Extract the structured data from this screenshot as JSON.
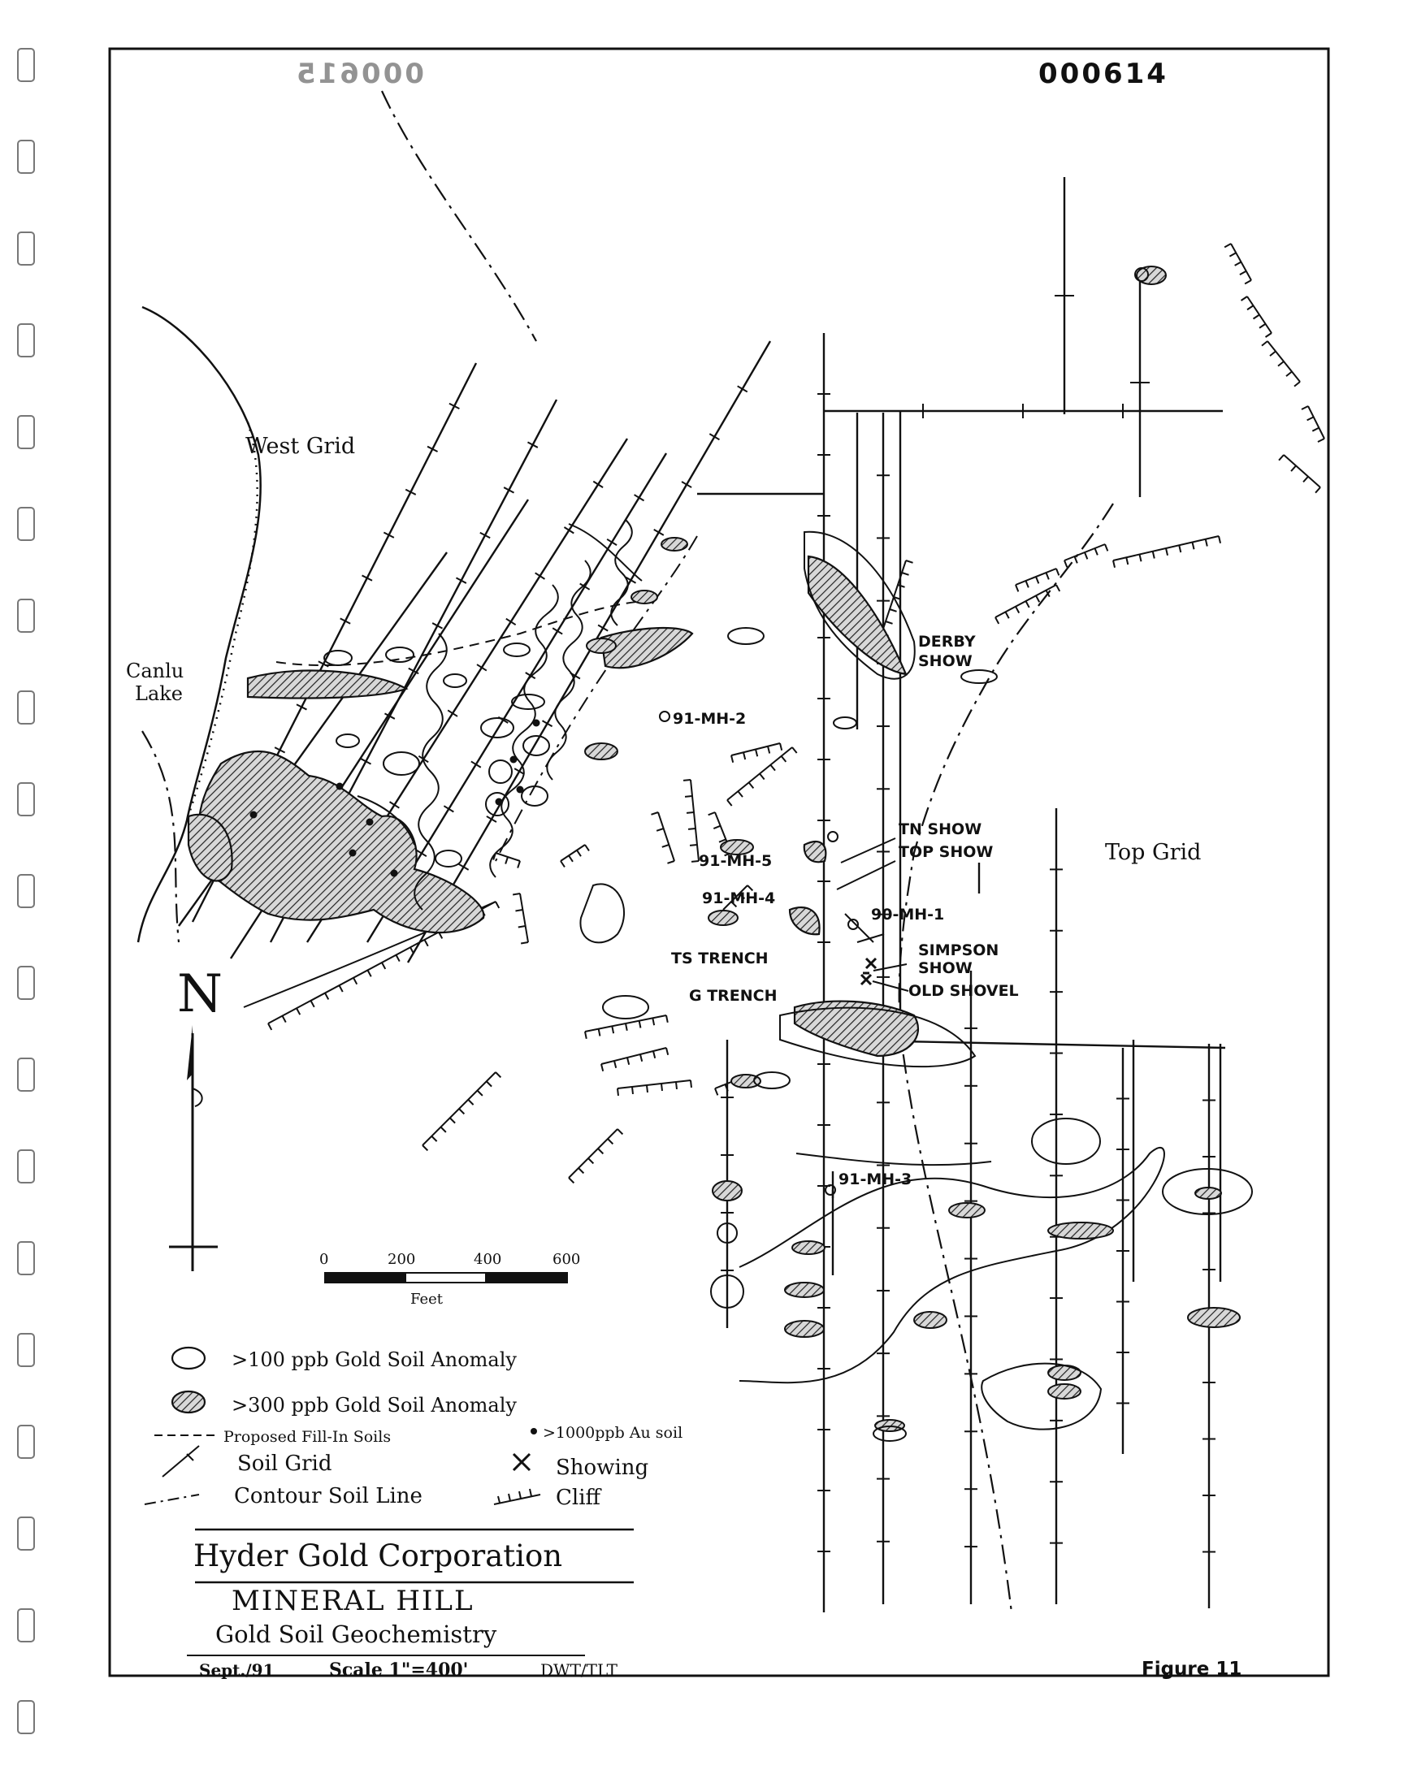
{
  "header": {
    "doc_number": "000614",
    "mirror_number": "000615"
  },
  "grid_labels": {
    "west": "West Grid",
    "top": "Top Grid"
  },
  "lake": {
    "line1": "Canlu",
    "line2": "Lake"
  },
  "sites": {
    "derby_1": "DERBY",
    "derby_2": "SHOW",
    "tn_show": "TN SHOW",
    "top_show": "TOP SHOW",
    "simpson_1": "SIMPSON",
    "simpson_2": "SHOW",
    "old_shovel": "OLD SHOVEL",
    "ts_trench": "TS TRENCH",
    "g_trench": "G TRENCH"
  },
  "drill_holes": {
    "mh2": "91-MH-2",
    "mh5": "91-MH-5",
    "mh4": "91-MH-4",
    "mh1": "90-MH-1",
    "mh3": "91-MH-3"
  },
  "north": "N",
  "scale_bar": {
    "ticks": [
      "0",
      "200",
      "400",
      "600"
    ],
    "unit": "Feet"
  },
  "legend": {
    "item1": ">100 ppb Gold Soil Anomaly",
    "item2": ">300 ppb Gold Soil Anomaly",
    "item3": "Proposed Fill-In Soils",
    "item4": ">1000ppb Au soil",
    "item5": "Soil Grid",
    "item6": "Showing",
    "item7": "Contour Soil Line",
    "item8": "Cliff"
  },
  "title_block": {
    "company": "Hyder Gold Corporation",
    "project": "MINERAL HILL",
    "subject": "Gold Soil Geochemistry",
    "date": "Sept./91",
    "scale": "Scale 1\"=400'",
    "authors": "DWT/TLT"
  },
  "figure": "Figure 11",
  "colors": {
    "ink": "#111111",
    "paper": "#ffffff",
    "hatch": "#555555",
    "binder": "#777777"
  }
}
